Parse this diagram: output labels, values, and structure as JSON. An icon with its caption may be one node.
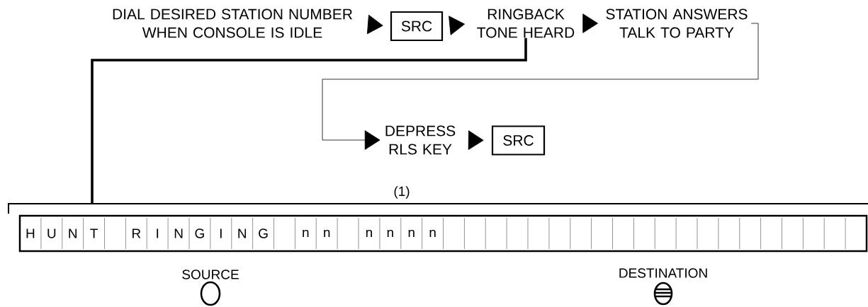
{
  "diagram": {
    "nodes": [
      {
        "text": [
          "DIAL DESIRED STATION NUMBER WHEN CONSOLE IS IDLE"
        ]
      },
      {
        "text": [
          "SRC"
        ]
      },
      {
        "text": [
          "RINGBACK TONE HEARD"
        ]
      },
      {
        "text": [
          "STATION ANSWERS TALK TO PARTY"
        ]
      },
      {
        "text": [
          "DEPRESS RLS KEY"
        ]
      },
      {
        "text": [
          "SRC"
        ]
      },
      {
        "text": [],
        "shape": "box",
        "beside": [
          "(1)"
        ]
      }
    ],
    "edges": [
      {
        "from": 0,
        "to": 1,
        "arrow": "to"
      },
      {
        "from": 1,
        "to": 2,
        "arrow": "to"
      },
      {
        "from": 2,
        "to": 3,
        "arrow": "to"
      },
      {
        "from": 3,
        "to": 4,
        "arrow": "to"
      },
      {
        "from": 4,
        "to": 5,
        "arrow": "to"
      },
      {
        "from": 2,
        "to": 6,
        "arrow": "none",
        "style": "thick"
      }
    ],
    "labels": [
      "H",
      "U",
      "N",
      "T",
      "R",
      "I",
      "N",
      "G",
      "I",
      "N",
      "G",
      "n",
      "n",
      "n",
      "n",
      "n",
      "n",
      "SOURCE",
      "DESTINATION"
    ]
  }
}
